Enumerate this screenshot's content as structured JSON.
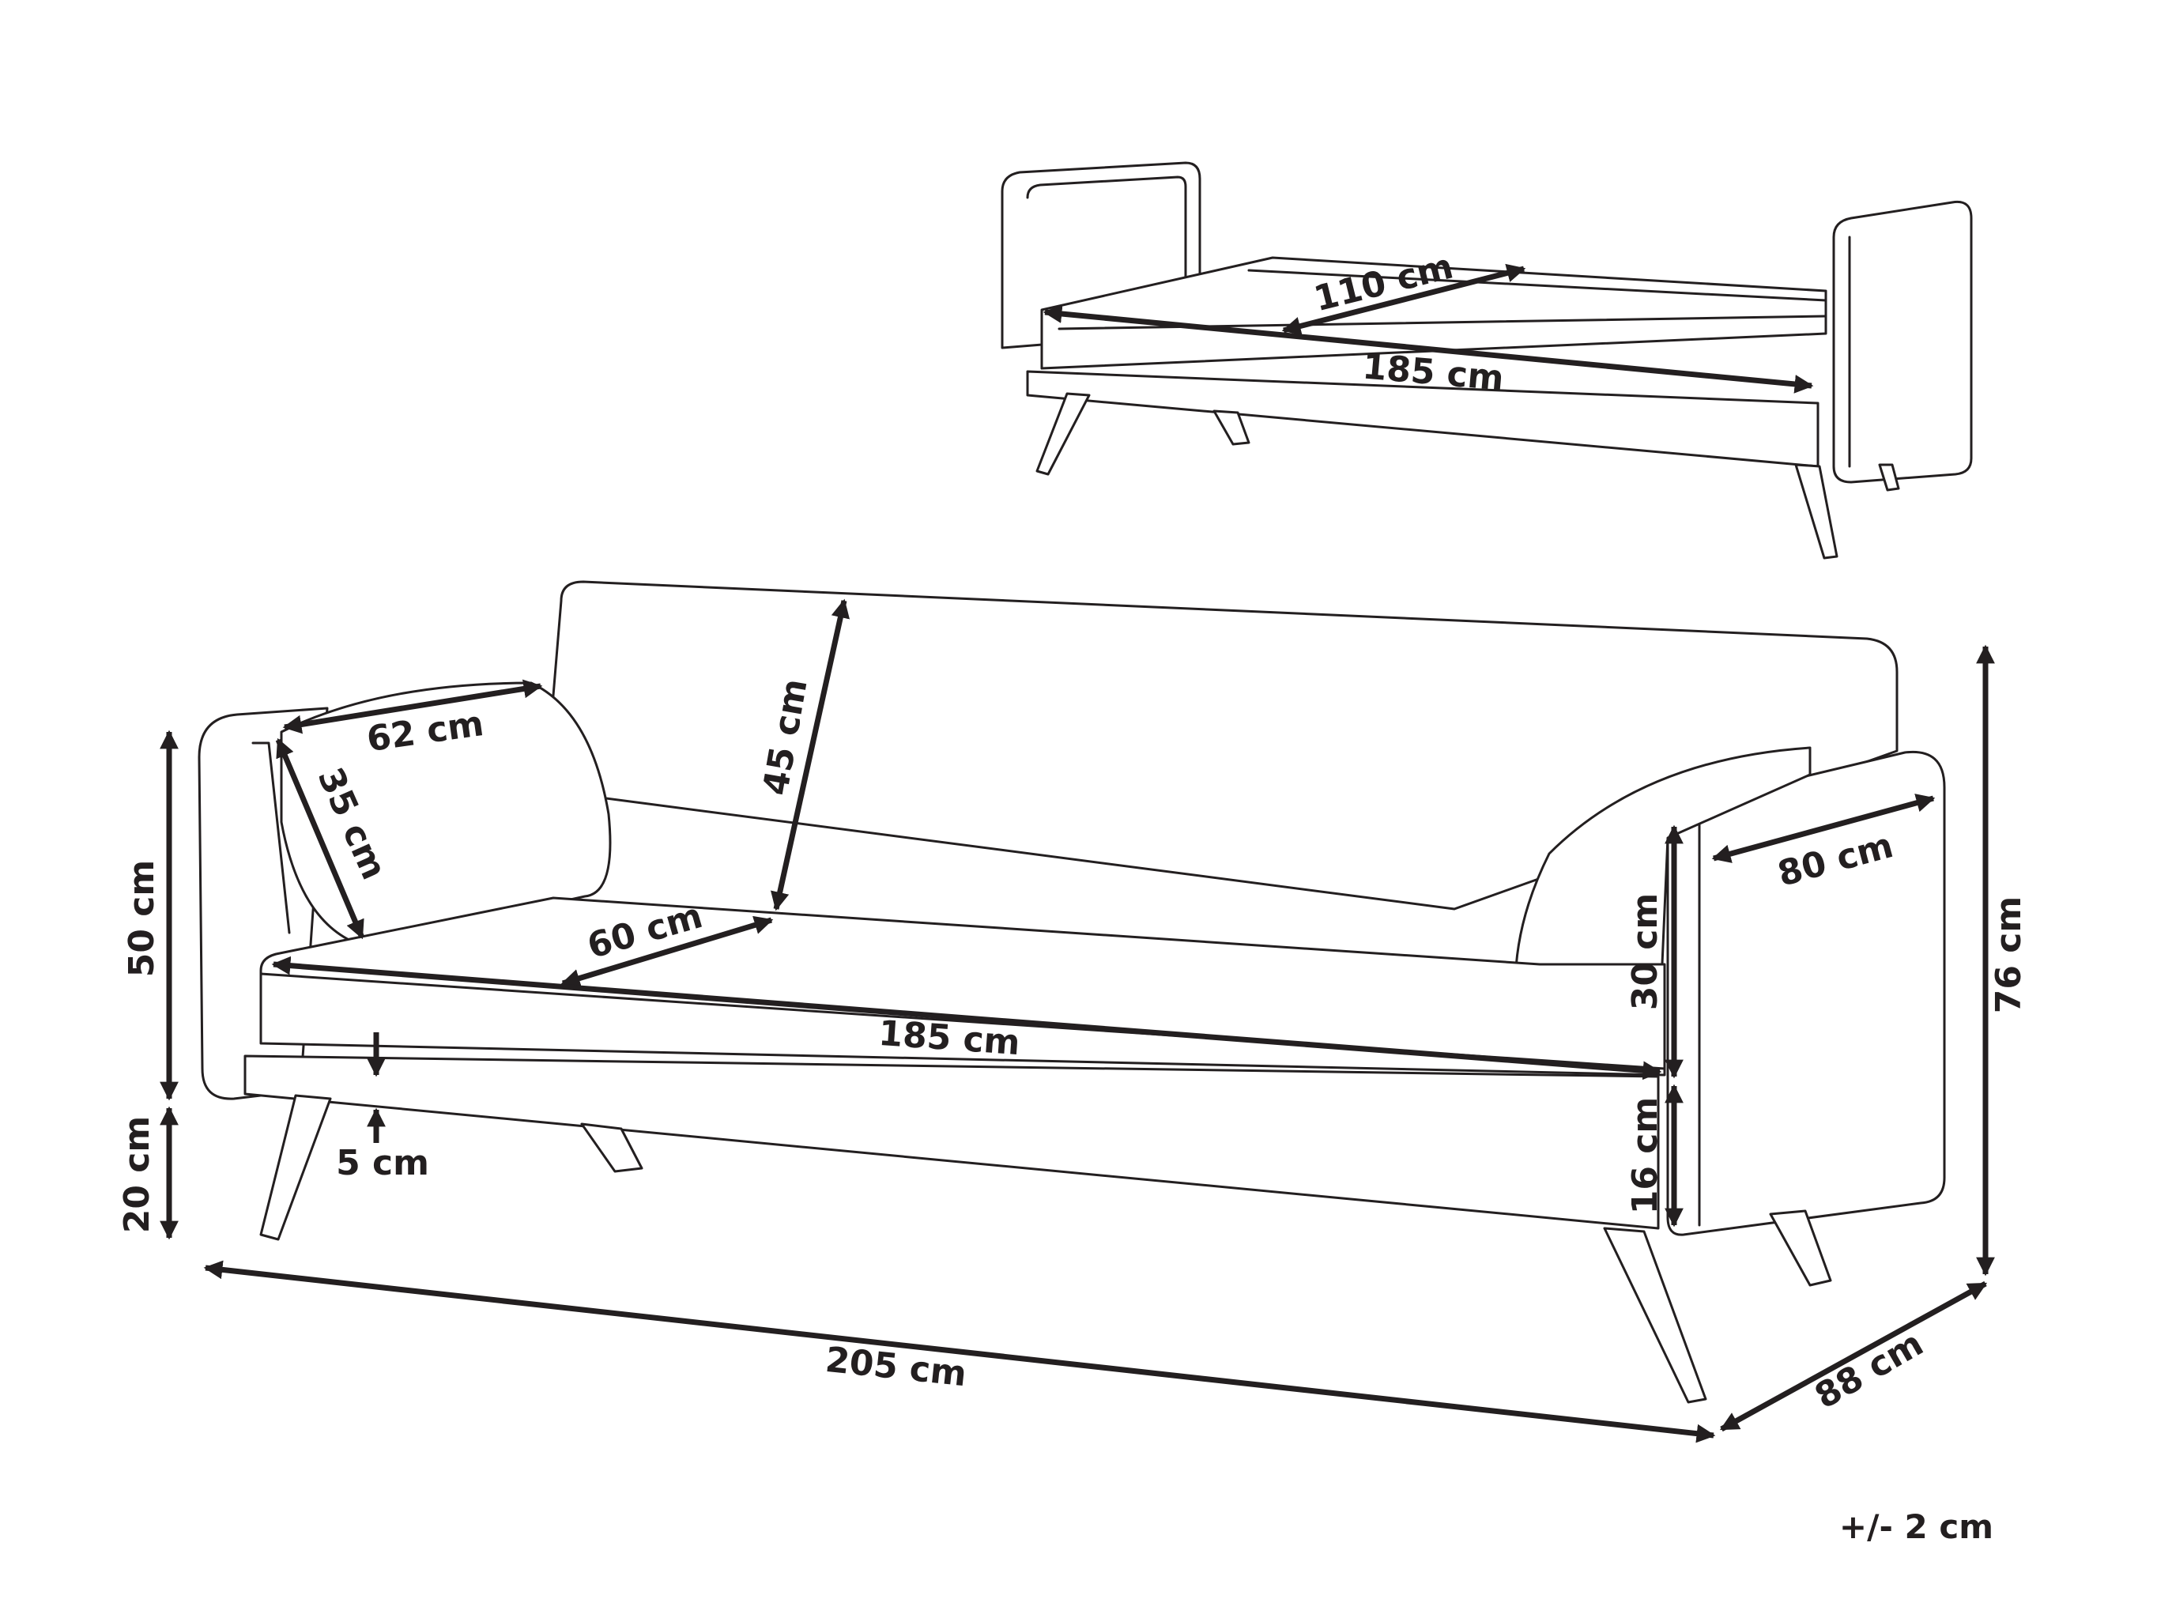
{
  "bed_view": {
    "seat_width": "110 cm",
    "bed_length": "185 cm"
  },
  "sofa_view": {
    "cushion_width": "62 cm",
    "cushion_height": "35 cm",
    "backrest_height": "45 cm",
    "seat_depth": "60 cm",
    "seat_width": "185 cm",
    "total_seat_height": "50 cm",
    "leg_height": "20 cm",
    "frame_gap": "5 cm",
    "armrest_width": "80 cm",
    "armrest_height": "30 cm",
    "frame_height": "16 cm",
    "total_height": "76 cm",
    "total_width": "205 cm",
    "total_depth": "88 cm"
  },
  "tolerance": "+/- 2 cm",
  "colors": {
    "line": "#231f20",
    "background": "#ffffff"
  }
}
